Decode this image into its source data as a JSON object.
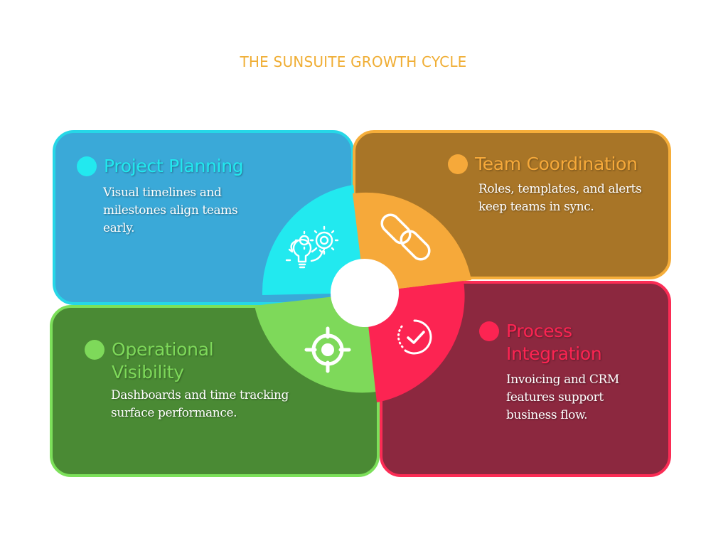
{
  "title": "THE SUNSUITE GROWTH CYCLE",
  "colors": {
    "title": "#f0ae35",
    "planning_bg": "#3aa9d8",
    "planning_border": "#26d7e7",
    "planning_accent": "#22e9ef",
    "team_bg": "#a87527",
    "team_border": "#f6ae3a",
    "team_accent": "#f6a93a",
    "visibility_bg": "#4a8a34",
    "visibility_border": "#7ce05a",
    "visibility_accent": "#7ed95a",
    "process_bg": "#8c283f",
    "process_border": "#fb2c55",
    "process_accent": "#fc2452"
  },
  "sections": {
    "planning": {
      "heading": "Project Planning",
      "description": "Visual timelines and milestones align teams early.",
      "icon": "lightbulb-gears-icon"
    },
    "team": {
      "heading": "Team Coordination",
      "description": "Roles, templates, and alerts keep teams in sync.",
      "icon": "chain-link-icon"
    },
    "visibility": {
      "heading": "Operational Visibility",
      "description": "Dashboards and time tracking surface performance.",
      "icon": "target-crosshair-icon"
    },
    "process": {
      "heading": "Process Integration",
      "description": "Invoicing and CRM features support business flow.",
      "icon": "dotted-checkmark-icon"
    }
  }
}
